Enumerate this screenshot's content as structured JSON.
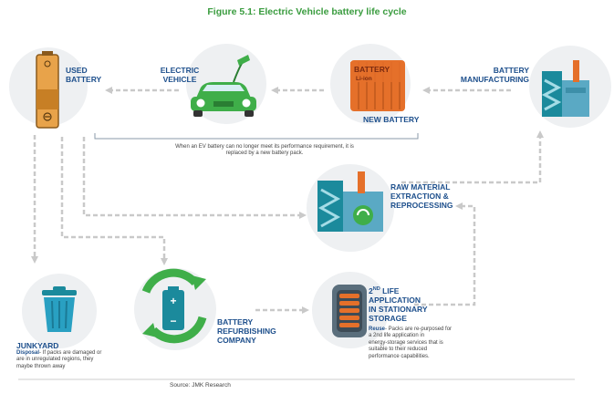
{
  "title": "Figure 5.1: Electric Vehicle battery life cycle",
  "nodes": {
    "used_battery": "USED\nBATTERY",
    "electric_vehicle": "ELECTRIC\nVEHICLE",
    "battery": "BATTERY",
    "li_ion": "Li-ion",
    "new_battery": "NEW BATTERY",
    "battery_manufacturing": "BATTERY\nMANUFACTURING",
    "raw_material": "RAW MATERIAL\nEXTRACTION &\nREPROCESSING",
    "junkyard": "JUNKYARD",
    "battery_refurbishing": "BATTERY\nREFURBISHING\nCOMPANY",
    "second_life_sup": "ND",
    "second_life": "LIFE\nAPPLICATION\nIN STATIONARY\nSTORAGE",
    "second_life_num": "2"
  },
  "notes": {
    "ev_replacement": "When an EV battery can no longer meet its performance requirement, it is\nreplaced by a new battery pack.",
    "disposal_head": "Disposal",
    "disposal_text": "- If packs are damaged or\nare in unregulated regions, they\nmaybe thrown away",
    "reuse_head": "Reuse",
    "reuse_text": "- Packs are re-purposed for\na 2nd life application in\nenergy-storage services that is\nsuitable to their reduced\nperformance capabilities."
  },
  "source": "Source: JMK Research",
  "colors": {
    "title": "#3a9c3f",
    "label": "#1d4f8c",
    "arrow": "#c9c9c9",
    "teal": "#1b8a9c",
    "green": "#3fae49",
    "orange": "#e5702a"
  }
}
